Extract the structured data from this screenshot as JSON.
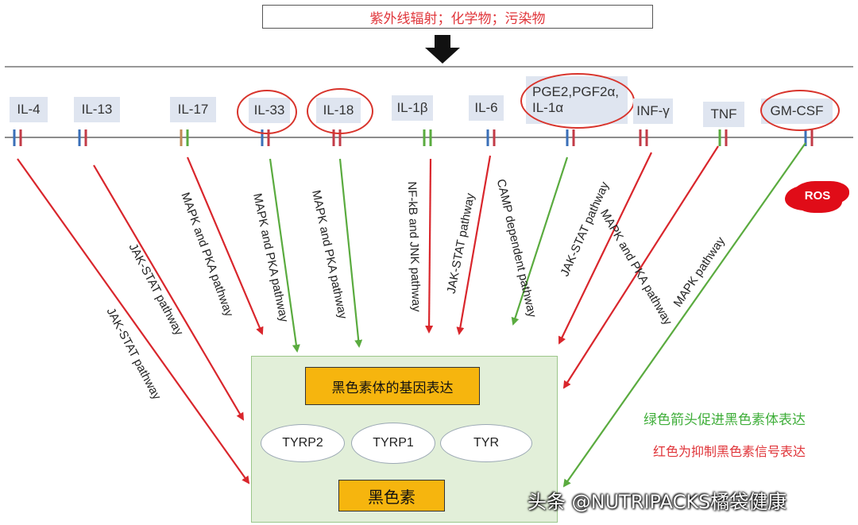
{
  "stimulus": "紫外线辐射；化学物；污染物",
  "cytokines": [
    {
      "label": "IL-4"
    },
    {
      "label": "IL-13"
    },
    {
      "label": "IL-17"
    },
    {
      "label": "IL-33",
      "circled": true
    },
    {
      "label": "IL-18",
      "circled": true
    },
    {
      "label": "IL-1β"
    },
    {
      "label": "IL-6"
    },
    {
      "label": "PGE2,PGF2α,",
      "label2": "IL-1α",
      "circled": true
    },
    {
      "label": "INF-γ"
    },
    {
      "label": "TNF"
    },
    {
      "label": "GM-CSF",
      "circled": true
    }
  ],
  "pathways": [
    {
      "label": "JAK-STAT pathway",
      "effect": "inhibit"
    },
    {
      "label": "JAK-STAT pathway",
      "effect": "inhibit"
    },
    {
      "label": "MAPK and PKA pathway",
      "effect": "inhibit"
    },
    {
      "label": "MAPK and PKA pathway",
      "effect": "promote"
    },
    {
      "label": "MAPK and PKA pathway",
      "effect": "promote"
    },
    {
      "label": "NF-kB and JNK pathway",
      "effect": "inhibit"
    },
    {
      "label": "JAK-STAT pathway",
      "effect": "inhibit"
    },
    {
      "label": "CAMP dependent pathway",
      "effect": "promote"
    },
    {
      "label": "JAK-STAT pathway",
      "effect": "inhibit"
    },
    {
      "label": "MAPK and PKA pathway",
      "effect": "inhibit"
    },
    {
      "label": "MAPK pathway",
      "effect": "promote"
    }
  ],
  "ros": "ROS",
  "melanosome": {
    "gene_expression": "黑色素体的基因表达",
    "enzymes": [
      "TYRP2",
      "TYRP1",
      "TYR"
    ],
    "product": "黑色素"
  },
  "legend": {
    "green": "绿色箭头促进黑色素体表达",
    "red": "红色为抑制黑色素信号表达"
  },
  "watermark": "头条 @NUTRIPACKS橘袋健康",
  "colors": {
    "inhibit": "#d9262c",
    "promote": "#5aab3f",
    "stimulus_text": "#e0353a",
    "gold": "#f6b50e",
    "green_box": "#e2efd9"
  }
}
